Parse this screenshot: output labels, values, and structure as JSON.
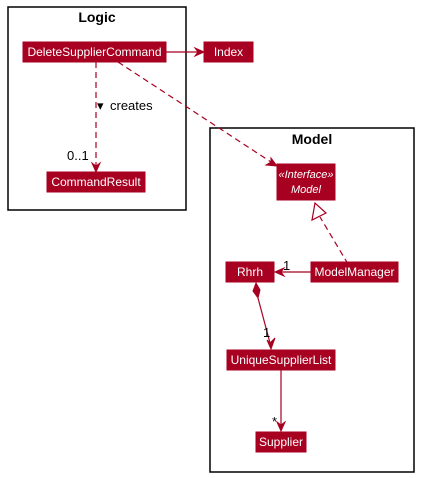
{
  "packages": {
    "logic": {
      "title": "Logic"
    },
    "model": {
      "title": "Model"
    }
  },
  "classes": {
    "delete_supplier_command": "DeleteSupplierCommand",
    "index": "Index",
    "command_result": "CommandResult",
    "model_interface": {
      "stereotype": "«Interface»",
      "name": "Model"
    },
    "rhrh": "Rhrh",
    "model_manager": "ModelManager",
    "unique_supplier_list": "UniqueSupplierList",
    "supplier": "Supplier"
  },
  "edges": {
    "creates_label": "creates",
    "creates_direction_glyph": "▾",
    "creates_multiplicity": "0..1",
    "modelmanager_rhrh_multiplicity": "1",
    "rhrh_list_multiplicity": "1",
    "list_supplier_multiplicity": "*"
  },
  "colors": {
    "class_fill": "#a80021",
    "class_text": "#ffffff",
    "edge": "#a80021",
    "package_border": "#000000"
  }
}
